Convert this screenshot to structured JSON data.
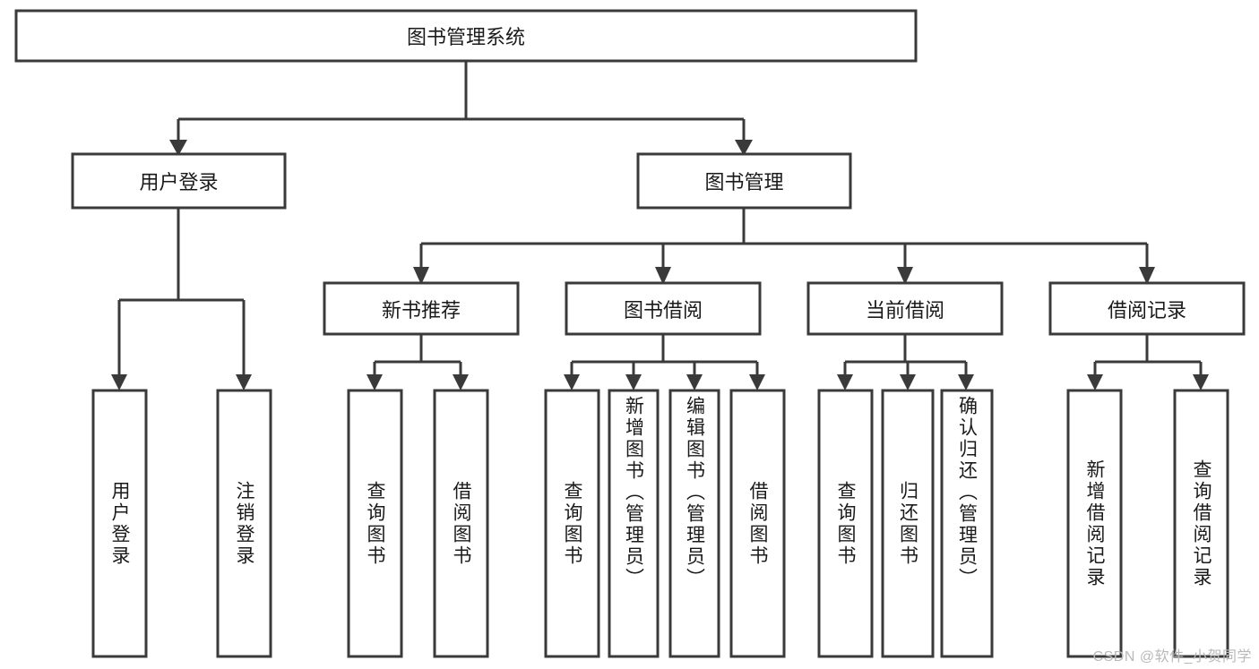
{
  "diagram": {
    "title": "图书管理系统",
    "watermark": "CSDN @软件_小贺同学",
    "root": {
      "id": "root",
      "label": "图书管理系统"
    },
    "level2": [
      {
        "id": "user-login",
        "label": "用户登录"
      },
      {
        "id": "book-manage",
        "label": "图书管理"
      }
    ],
    "level3": [
      {
        "id": "new-book-rec",
        "label": "新书推荐",
        "parent": "book-manage"
      },
      {
        "id": "book-borrow",
        "label": "图书借阅",
        "parent": "book-manage"
      },
      {
        "id": "current-borrow",
        "label": "当前借阅",
        "parent": "book-manage"
      },
      {
        "id": "borrow-record",
        "label": "借阅记录",
        "parent": "book-manage"
      }
    ],
    "leaves": [
      {
        "id": "leaf-user-login",
        "label": "用户登录",
        "parent": "user-login"
      },
      {
        "id": "leaf-logout",
        "label": "注销登录",
        "parent": "user-login"
      },
      {
        "id": "leaf-query-book-1",
        "label": "查询图书",
        "parent": "new-book-rec"
      },
      {
        "id": "leaf-borrow-book-1",
        "label": "借阅图书",
        "parent": "new-book-rec"
      },
      {
        "id": "leaf-query-book-2",
        "label": "查询图书",
        "parent": "book-borrow"
      },
      {
        "id": "leaf-add-book",
        "label": "新增图书（管理员）",
        "parent": "book-borrow"
      },
      {
        "id": "leaf-edit-book",
        "label": "编辑图书（管理员）",
        "parent": "book-borrow"
      },
      {
        "id": "leaf-borrow-book-2",
        "label": "借阅图书",
        "parent": "book-borrow"
      },
      {
        "id": "leaf-query-book-3",
        "label": "查询图书",
        "parent": "current-borrow"
      },
      {
        "id": "leaf-return-book",
        "label": "归还图书",
        "parent": "current-borrow"
      },
      {
        "id": "leaf-confirm-return",
        "label": "确认归还（管理员）",
        "parent": "current-borrow"
      },
      {
        "id": "leaf-add-record",
        "label": "新增借阅记录",
        "parent": "borrow-record"
      },
      {
        "id": "leaf-query-record",
        "label": "查询借阅记录",
        "parent": "borrow-record"
      }
    ],
    "colors": {
      "stroke": "#3a3a3a",
      "fill": "#ffffff",
      "text": "#1a1a1a",
      "watermark": "#b9b9b9",
      "background": "#ffffff"
    }
  }
}
